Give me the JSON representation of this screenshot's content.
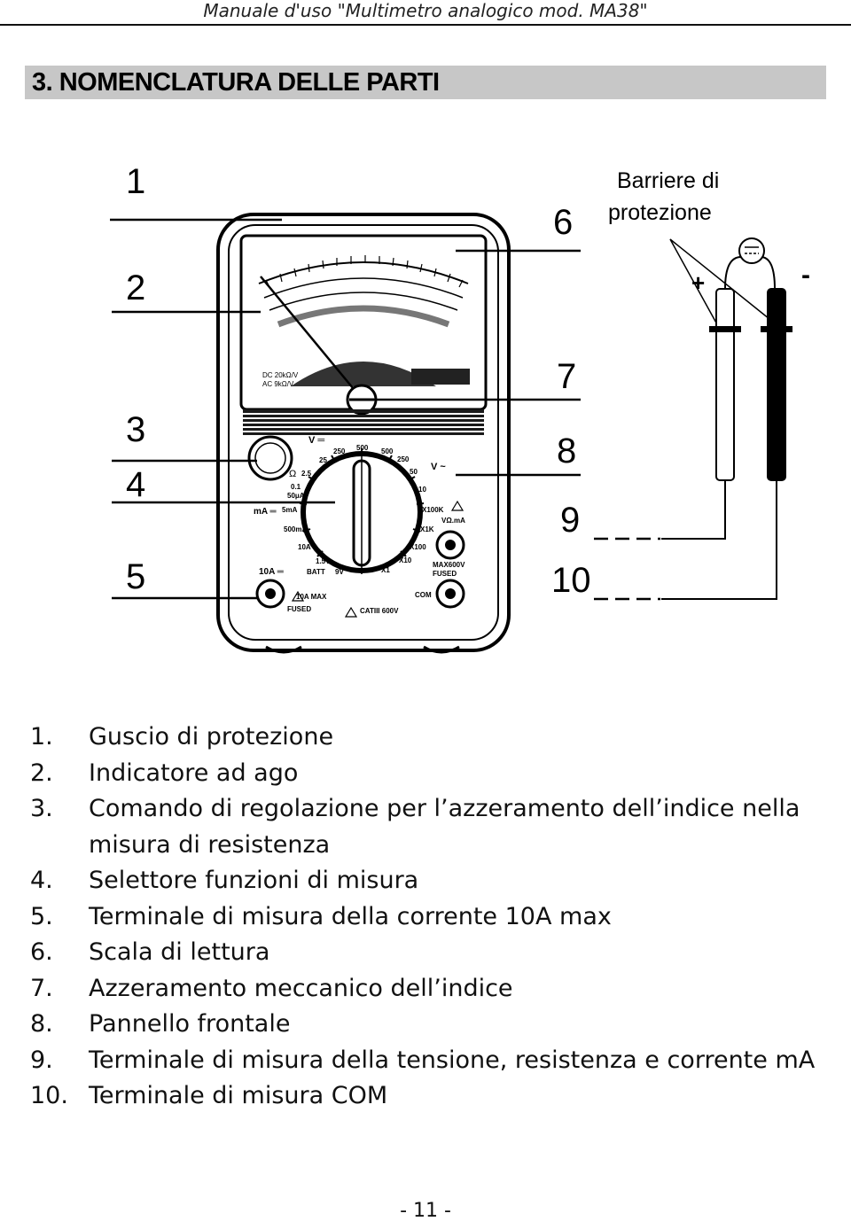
{
  "header": {
    "title": "Manuale d'uso \"Multimetro analogico mod. MA38\""
  },
  "section": {
    "title": "3. NOMENCLATURA DELLE PARTI"
  },
  "diagram": {
    "callouts": [
      "1",
      "2",
      "3",
      "4",
      "5",
      "6",
      "7",
      "8",
      "9",
      "10"
    ],
    "barrier_label_line1": "Barriere di",
    "barrier_label_line2": "protezione",
    "plus_sign": "+",
    "minus_sign": "-",
    "panel": {
      "spec_line1_left": "DC  20kΩ/V",
      "spec_line2_left": "AC   9kΩ/V",
      "v_dc": "V ═",
      "v_ac": "V ~",
      "ma_dc": "mA ═",
      "ohm": "Ω",
      "ranges_top": [
        "250",
        "500",
        "500",
        "250",
        "50",
        "25",
        "2.5",
        "10"
      ],
      "low_ranges": [
        "0.1",
        "50μA"
      ],
      "ma_ranges": [
        "5mA",
        "500mA",
        "10A"
      ],
      "batt_ranges": [
        "1.5V",
        "BATT",
        "9V"
      ],
      "ohm_ranges": [
        "X1K",
        "X100",
        "X10",
        "X1"
      ],
      "x100k": "X100K",
      "term_10a": "10A ═",
      "term_10a_note": "10A MAX",
      "term_10a_fused": "FUSED",
      "term_v": "VΩ.mA",
      "term_v_max": "MAX600V",
      "term_v_fused": "FUSED",
      "term_com": "COM",
      "cat": "CATIII 600V",
      "scale_label": "Ω"
    }
  },
  "parts": [
    {
      "num": "1.",
      "text": "Guscio di protezione"
    },
    {
      "num": "2.",
      "text": "Indicatore ad ago"
    },
    {
      "num": "3.",
      "text": "Comando di regolazione per l’azzeramento dell’indice nella misura di resistenza"
    },
    {
      "num": "4.",
      "text": "Selettore funzioni di misura"
    },
    {
      "num": "5.",
      "text": "Terminale di misura della corrente 10A max"
    },
    {
      "num": "6.",
      "text": "Scala di lettura"
    },
    {
      "num": "7.",
      "text": "Azzeramento meccanico dell’indice"
    },
    {
      "num": "8.",
      "text": "Pannello frontale"
    },
    {
      "num": "9.",
      "text": "Terminale di misura della tensione, resistenza e corrente mA"
    },
    {
      "num": "10.",
      "text": "Terminale di misura COM"
    }
  ],
  "footer": {
    "page": "- 11 -"
  }
}
